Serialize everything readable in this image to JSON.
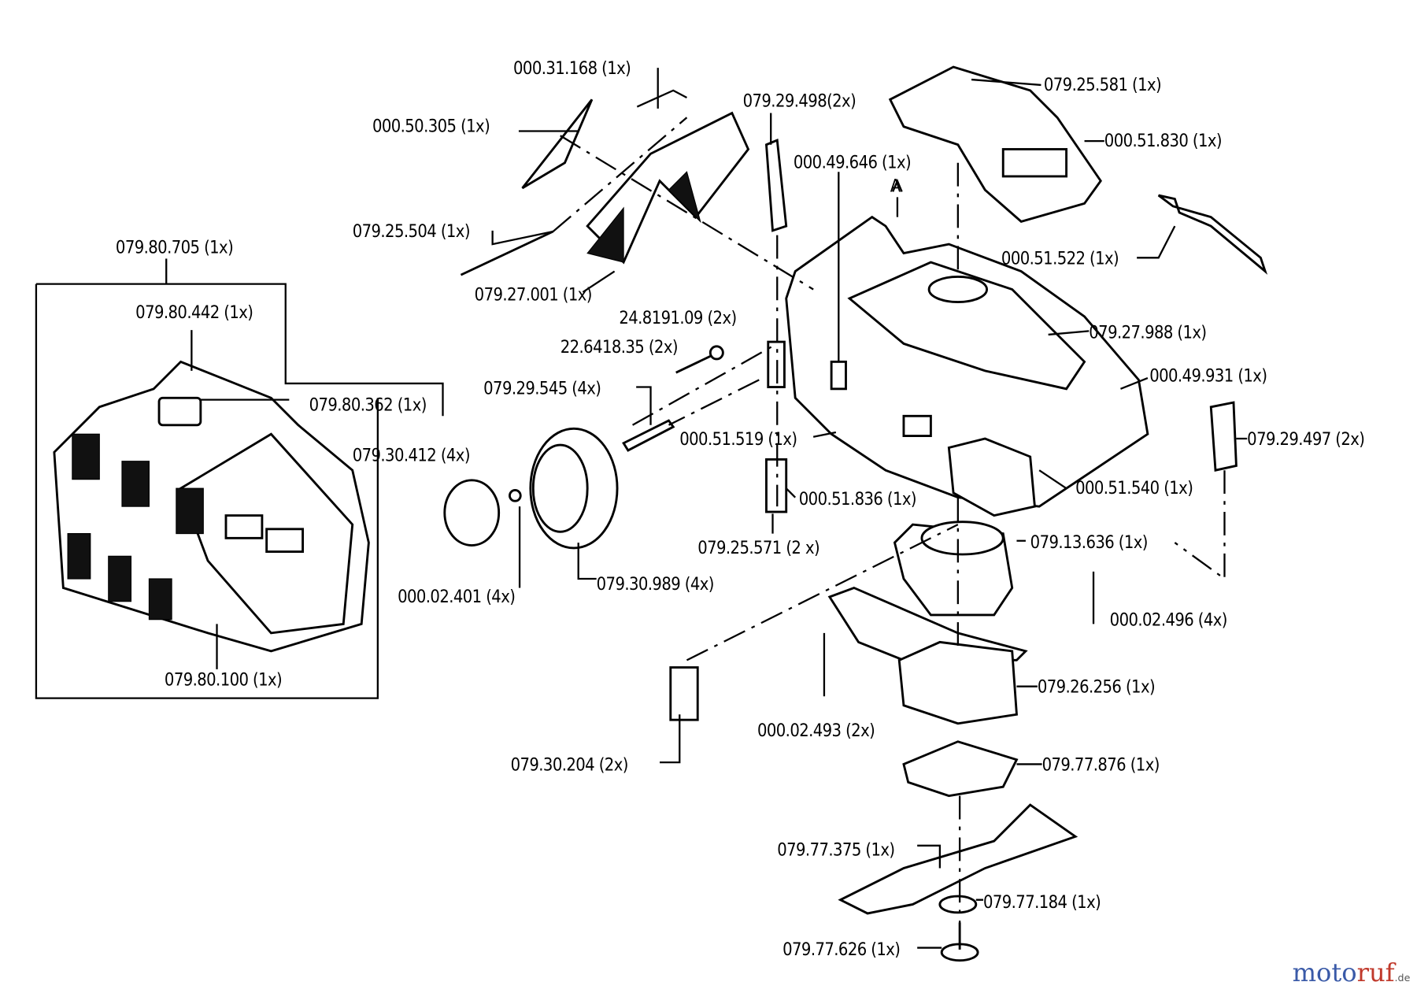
{
  "diagram": {
    "marker_A": "A",
    "parts": [
      {
        "label": "000.31.168 (1x)"
      },
      {
        "label": "000.50.305 (1x)"
      },
      {
        "label": "079.29.498(2x)"
      },
      {
        "label": "000.49.646 (1x)"
      },
      {
        "label": "079.25.581 (1x)"
      },
      {
        "label": "000.51.830 (1x)"
      },
      {
        "label": "079.25.504 (1x)"
      },
      {
        "label": "079.27.001 (1x)"
      },
      {
        "label": "079.80.705 (1x)"
      },
      {
        "label": "000.51.522 (1x)"
      },
      {
        "label": "079.80.442 (1x)"
      },
      {
        "label": "24.8191.09 (2x)"
      },
      {
        "label": "22.6418.35 (2x)"
      },
      {
        "label": "079.27.988 (1x)"
      },
      {
        "label": "079.29.545 (4x)"
      },
      {
        "label": "000.49.931 (1x)"
      },
      {
        "label": "079.80.362 (1x)"
      },
      {
        "label": "079.30.412 (4x)"
      },
      {
        "label": "000.51.519 (1x)"
      },
      {
        "label": "079.29.497 (2x)"
      },
      {
        "label": "000.51.540 (1x)"
      },
      {
        "label": "000.51.836 (1x)"
      },
      {
        "label": "079.25.571 (2 x)"
      },
      {
        "label": "079.13.636 (1x)"
      },
      {
        "label": "000.02.401 (4x)"
      },
      {
        "label": "079.30.989 (4x)"
      },
      {
        "label": "000.02.496 (4x)"
      },
      {
        "label": "079.80.100 (1x)"
      },
      {
        "label": "079.26.256 (1x)"
      },
      {
        "label": "000.02.493 (2x)"
      },
      {
        "label": "079.30.204 (2x)"
      },
      {
        "label": "079.77.876 (1x)"
      },
      {
        "label": "079.77.375 (1x)"
      },
      {
        "label": "079.77.184 (1x)"
      },
      {
        "label": "079.77.626 (1x)"
      }
    ]
  },
  "watermark": {
    "brand_a": "moto",
    "brand_b": "ruf",
    "suffix": ".de"
  }
}
